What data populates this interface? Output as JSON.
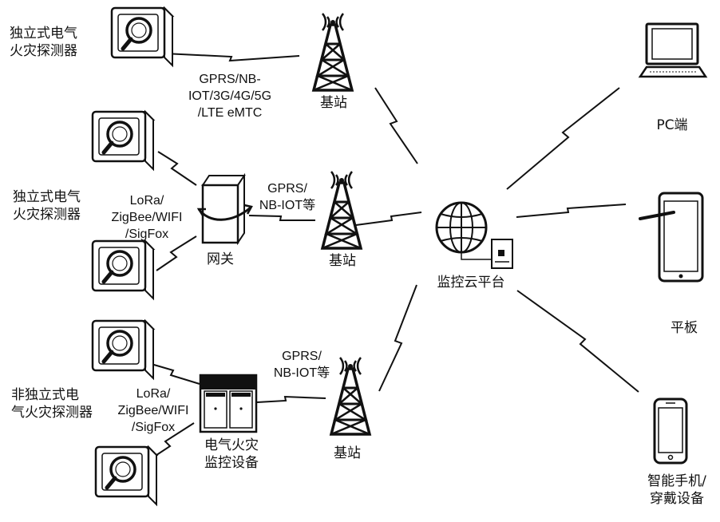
{
  "nodes": {
    "detector_group_1": {
      "line1": "独立式电气",
      "line2": "火灾探测器"
    },
    "detector_group_2": {
      "line1": "独立式电气",
      "line2": "火灾探测器"
    },
    "detector_group_3": {
      "line1": "非独立式电",
      "line2": "气火灾探测器"
    },
    "base_station_1": "基站",
    "base_station_2": "基站",
    "base_station_3": "基站",
    "gateway": "网关",
    "monitor_device": {
      "line1": "电气火灾",
      "line2": "监控设备"
    },
    "cloud_platform": "监控云平台",
    "pc": "PC端",
    "tablet": "平板",
    "phone": {
      "line1": "智能手机/",
      "line2": "穿戴设备"
    }
  },
  "links": {
    "proto_top": {
      "line1": "GPRS/NB-",
      "line2": "IOT/3G/4G/5G",
      "line3": "/LTE eMTC"
    },
    "proto_gateway_bs": {
      "line1": "GPRS/",
      "line2": "NB-IOT等"
    },
    "proto_device_bs": {
      "line1": "GPRS/",
      "line2": "NB-IOT等"
    },
    "proto_local_1": {
      "line1": "LoRa/",
      "line2": "ZigBee/WIFI",
      "line3": "/SigFox"
    },
    "proto_local_2": {
      "line1": "LoRa/",
      "line2": "ZigBee/WIFI",
      "line3": "/SigFox"
    }
  }
}
